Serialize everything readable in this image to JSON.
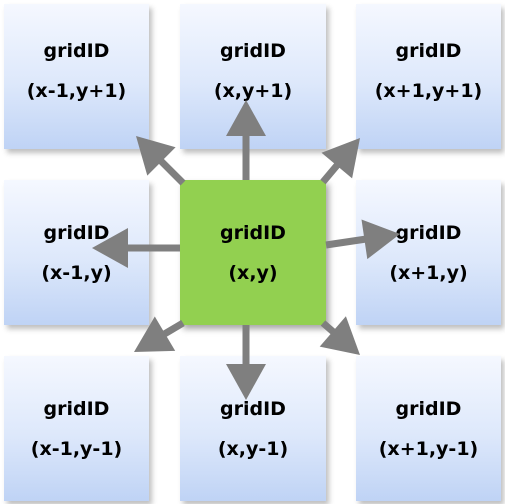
{
  "diagram": {
    "arrow_color": "#7f7f7f",
    "cell_gradient_top": "#f5f8ff",
    "cell_gradient_bottom": "#bfd3f5",
    "center_color": "#92d050",
    "cells": {
      "nw": {
        "line1": "gridID",
        "line2": "(x-1,y+1)"
      },
      "n": {
        "line1": "gridID",
        "line2": "(x,y+1)"
      },
      "ne": {
        "line1": "gridID",
        "line2": "(x+1,y+1)"
      },
      "w": {
        "line1": "gridID",
        "line2": "(x-1,y)"
      },
      "c": {
        "line1": "gridID",
        "line2": "(x,y)"
      },
      "e": {
        "line1": "gridID",
        "line2": "(x+1,y)"
      },
      "sw": {
        "line1": "gridID",
        "line2": "(x-1,y-1)"
      },
      "s": {
        "line1": "gridID",
        "line2": "(x,y-1)"
      },
      "se": {
        "line1": "gridID",
        "line2": "(x+1,y-1)"
      }
    }
  }
}
